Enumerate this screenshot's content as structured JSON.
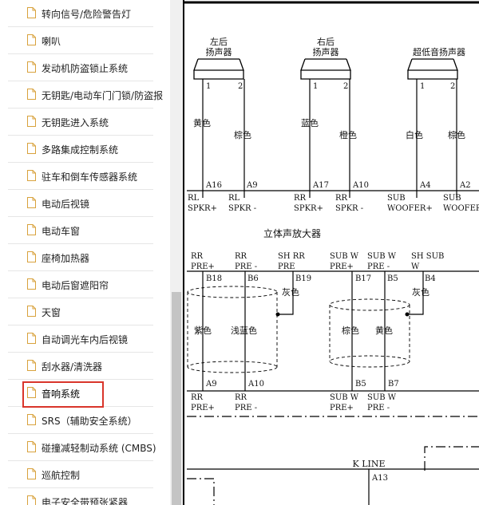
{
  "sidebar": {
    "items": [
      {
        "label": "转向信号/危险警告灯"
      },
      {
        "label": "喇叭"
      },
      {
        "label": "发动机防盗锁止系统"
      },
      {
        "label": "无钥匙/电动车门门锁/防盗报"
      },
      {
        "label": "无钥匙进入系统"
      },
      {
        "label": "多路集成控制系统"
      },
      {
        "label": "驻车和倒车传感器系统"
      },
      {
        "label": "电动后视镜"
      },
      {
        "label": "电动车窗"
      },
      {
        "label": "座椅加热器"
      },
      {
        "label": "电动后窗遮阳帘"
      },
      {
        "label": "天窗"
      },
      {
        "label": "自动调光车内后视镜"
      },
      {
        "label": "刮水器/清洗器"
      },
      {
        "label": "音响系统"
      },
      {
        "label": "SRS（辅助安全系统）"
      },
      {
        "label": "碰撞减轻制动系统 (CMBS)"
      },
      {
        "label": "巡航控制"
      },
      {
        "label": "电子安全带预张紧器"
      }
    ],
    "selected_index": 14,
    "highlight_color": "#d9352b"
  },
  "diagram": {
    "speakers": [
      {
        "name_line1": "左后",
        "name_line2": "扬声器",
        "pin1": "1",
        "pin2": "2",
        "wire1": "黄色",
        "wire2": "棕色",
        "conn1": "A16",
        "conn2": "A9",
        "sig1_l1": "RL",
        "sig1_l2": "SPKR+",
        "sig2_l1": "RL",
        "sig2_l2": "SPKR -"
      },
      {
        "name_line1": "右后",
        "name_line2": "扬声器",
        "pin1": "1",
        "pin2": "2",
        "wire1": "蓝色",
        "wire2": "橙色",
        "conn1": "A17",
        "conn2": "A10",
        "sig1_l1": "RR",
        "sig1_l2": "SPKR+",
        "sig2_l1": "RR",
        "sig2_l2": "SPKR -"
      },
      {
        "name_line1": "超低音扬声器",
        "name_line2": "",
        "pin1": "1",
        "pin2": "2",
        "wire1": "白色",
        "wire2": "棕色",
        "conn1": "A4",
        "conn2": "A2",
        "sig1_l1": "SUB",
        "sig1_l2": "WOOFER+",
        "sig2_l1": "SUB",
        "sig2_l2": "WOOFER -"
      }
    ],
    "amp_title": "立体声放大器",
    "pre_top": [
      {
        "l1": "RR",
        "l2": "PRE+"
      },
      {
        "l1": "RR",
        "l2": "PRE -"
      },
      {
        "l1": "SH  RR",
        "l2": "PRE"
      },
      {
        "l1": "SUB  W",
        "l2": "PRE+"
      },
      {
        "l1": "SUB  W",
        "l2": "PRE -"
      },
      {
        "l1": "SH  SUB",
        "l2": "W"
      }
    ],
    "pins_top": [
      "B18",
      "B6",
      "B19",
      "B17",
      "B5",
      "B4"
    ],
    "shield_left": "灰色",
    "shield_right": "灰色",
    "wire_colors_mid": [
      "紫色",
      "浅蓝色",
      "棕色",
      "黄色"
    ],
    "pins_bottom": [
      "A9",
      "A10",
      "B5",
      "B7"
    ],
    "pre_bottom": [
      {
        "l1": "RR",
        "l2": "PRE+"
      },
      {
        "l1": "RR",
        "l2": "PRE -"
      },
      {
        "l1": "SUB  W",
        "l2": "PRE+"
      },
      {
        "l1": "SUB  W",
        "l2": "PRE -"
      }
    ],
    "k_line": "K LINE",
    "k_pin": "A13"
  }
}
